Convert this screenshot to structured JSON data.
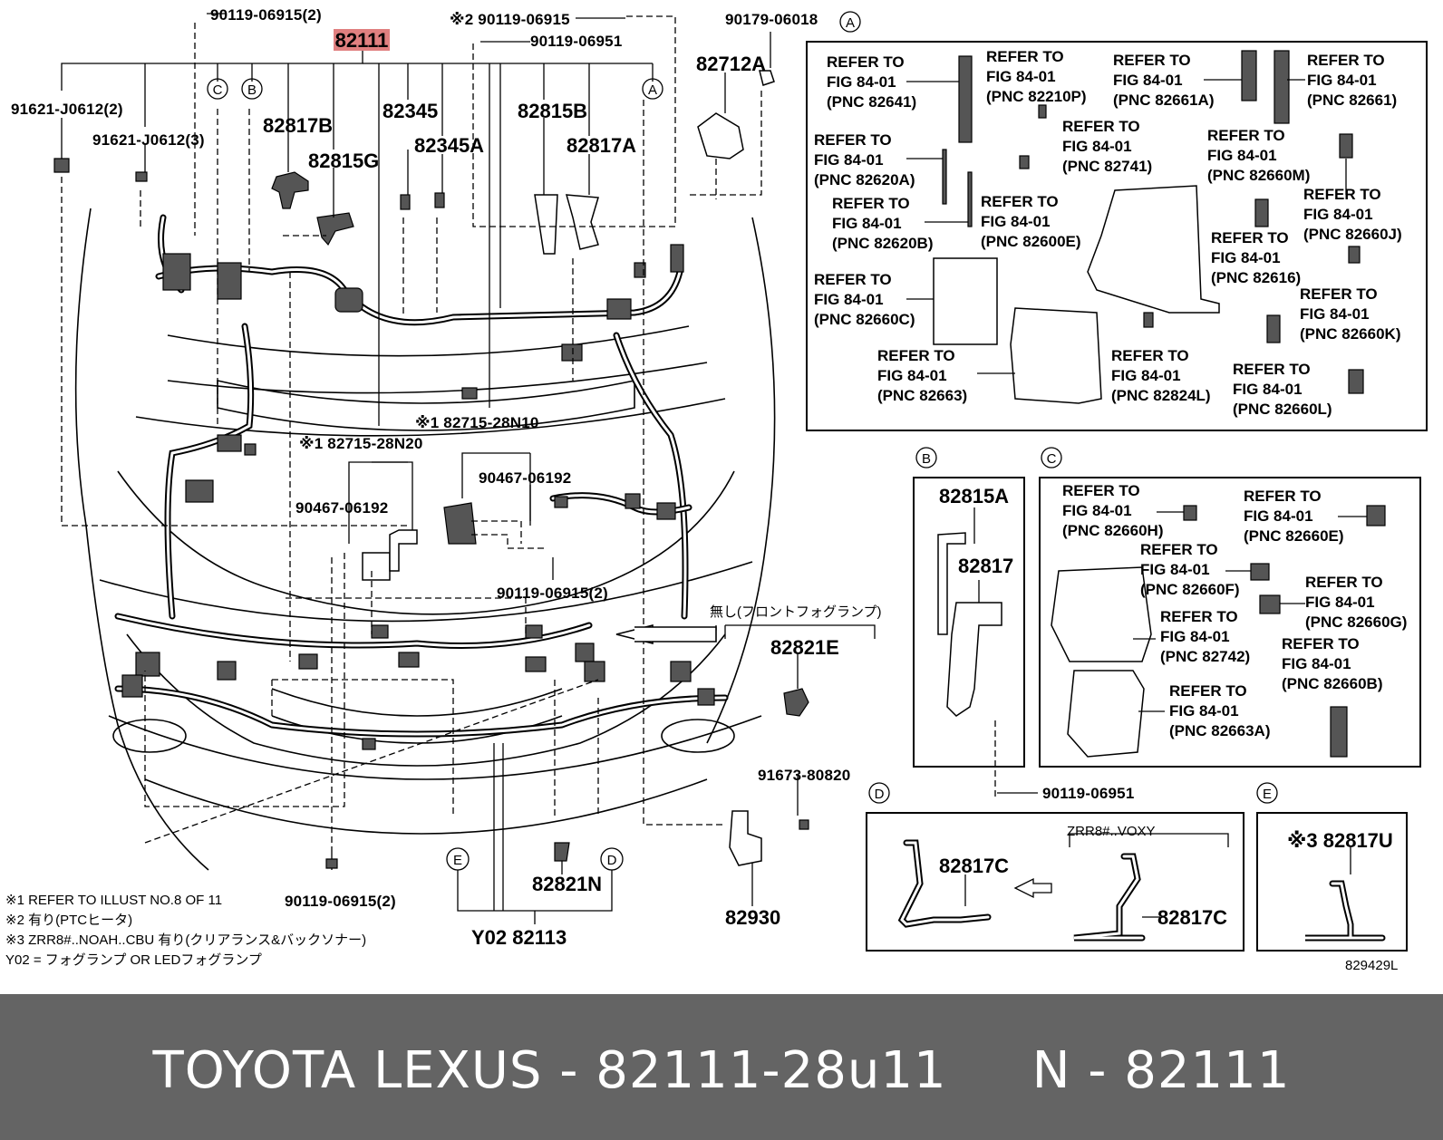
{
  "diagram": {
    "main_part": "82111",
    "labels": {
      "bolt_top": "90119-06915(2)",
      "bolt_note2": "※2 90119-06915",
      "bolt_951_top": "90119-06951",
      "p90179": "90179-06018",
      "p91621a": "91621-J0612(2)",
      "p91621b": "91621-J0612(3)",
      "p82817B": "82817B",
      "p82815G": "82815G",
      "p82345": "82345",
      "p82345A": "82345A",
      "p82815B": "82815B",
      "p82817A": "82817A",
      "p82712A": "82712A",
      "p82715_n10": "※1 82715-28N10",
      "p82715_n20": "※1 82715-28N20",
      "p90467a": "90467-06192",
      "p90467b": "90467-06192",
      "p90119_mid": "90119-06915(2)",
      "p90119_bot": "90119-06915(2)",
      "nashi": "無し(フロントフォグランプ)",
      "p82821E": "82821E",
      "p91673": "91673-80820",
      "p82930": "82930",
      "p82821N": "82821N",
      "y02": "Y02 82113",
      "p90119_951_bot": "90119-06951",
      "p82815A": "82815A",
      "p82817": "82817",
      "zrr8": "ZRR8#..VOXY",
      "p82817C_a": "82817C",
      "p82817C_b": "82817C",
      "p82817U": "※3 82817U",
      "diagram_no": "829429L"
    },
    "callouts": [
      "A",
      "B",
      "C",
      "D",
      "E"
    ],
    "refer_to": "REFER TO",
    "fig": "FIG 84-01",
    "panel_a_refs": [
      "(PNC 82641)",
      "(PNC 82210P)",
      "(PNC 82661A)",
      "(PNC 82661)",
      "(PNC 82741)",
      "(PNC 82620A)",
      "(PNC 82660M)",
      "(PNC 82620B)",
      "(PNC 82600E)",
      "(PNC 82660J)",
      "(PNC 82616)",
      "(PNC 82660C)",
      "(PNC 82660K)",
      "(PNC 82663)",
      "(PNC 82824L)",
      "(PNC 82660L)"
    ],
    "panel_c_refs": [
      "(PNC 82660H)",
      "(PNC 82660E)",
      "(PNC 82660F)",
      "(PNC 82660G)",
      "(PNC 82742)",
      "(PNC 82660B)",
      "(PNC 82663A)"
    ],
    "notes": [
      "※1 REFER TO ILLUST NO.8 OF 11",
      "※2 有り(PTCヒータ)",
      "※3 ZRR8#..NOAH..CBU 有り(クリアランス&バックソナー)",
      "Y02 = フォグランプ OR LEDフォグランプ"
    ]
  },
  "banner": {
    "text": "TOYOTA LEXUS - 82111-28u11     N - 82111"
  }
}
